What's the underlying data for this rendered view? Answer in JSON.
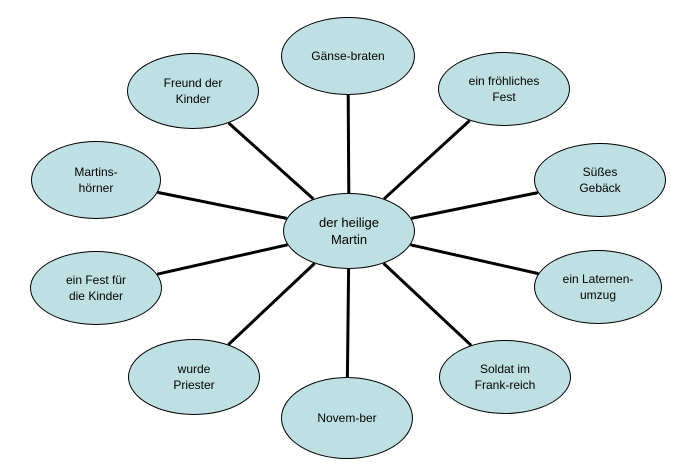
{
  "colors": {
    "bubble_fill": "#bfe0e3",
    "outline": "#000000",
    "text": "#000000"
  },
  "center": {
    "label": "der heilige\n       Martin"
  },
  "nodes": [
    {
      "id": "gaensebraten",
      "label": "Gänse-braten"
    },
    {
      "id": "froehliches-fest",
      "label": "ein fröhliches\nFest"
    },
    {
      "id": "suesses-gebaeck",
      "label": "Süßes\nGebäck"
    },
    {
      "id": "laternenumzug",
      "label": "ein Laternen-\numzug"
    },
    {
      "id": "soldat",
      "label": "Soldat im\nFrank-reich"
    },
    {
      "id": "november",
      "label": "Novem-ber"
    },
    {
      "id": "priester",
      "label": "wurde\nPriester"
    },
    {
      "id": "fest-kinder",
      "label": "ein Fest für\ndie Kinder"
    },
    {
      "id": "martinshoerner",
      "label": "Martins-\nhörner"
    },
    {
      "id": "freund-kinder",
      "label": "Freund der\nKinder"
    }
  ]
}
